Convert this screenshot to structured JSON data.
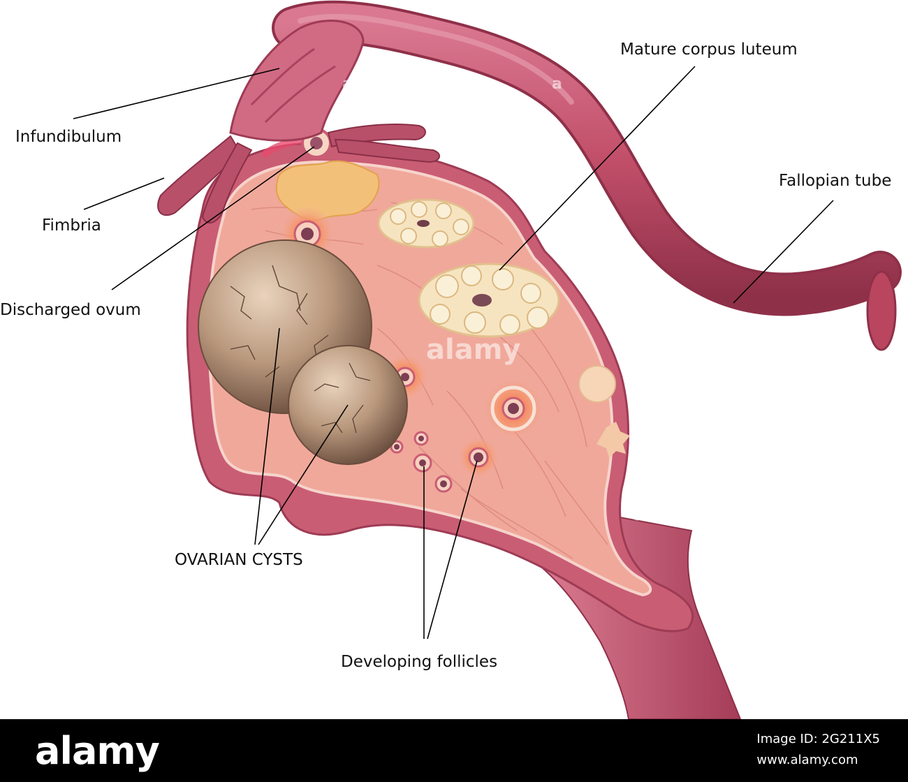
{
  "labels": {
    "infundibulum": "Infundibulum",
    "fimbria": "Fimbria",
    "discharged_ovum": "Discharged ovum",
    "mature_corpus_luteum": "Mature corpus luteum",
    "fallopian_tube": "Fallopian tube",
    "ovarian_cysts": "OVARIAN CYSTS",
    "developing_follicles": "Developing follicles"
  },
  "watermark": {
    "brand": "alamy",
    "mark": "a"
  },
  "footer": {
    "logo": "alamy",
    "image_id": "Image ID: 2G211X5",
    "site": "www.alamy.com"
  },
  "colors": {
    "tube": "#c85a72",
    "tube_dark": "#9e3b55",
    "ovary_tissue": "#f0a89a",
    "ovary_shell": "#c95d74",
    "cyst": "#a88a72",
    "corpus_luteum": "#f6e4c0",
    "follicle_glow": "#f47a50",
    "footer_bg": "#000000"
  }
}
